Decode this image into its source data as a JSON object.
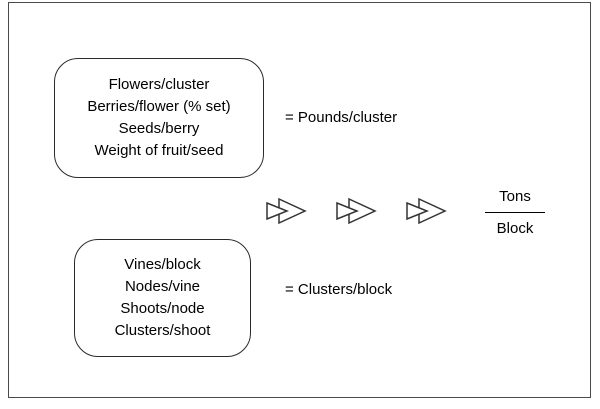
{
  "diagram": {
    "top_box": {
      "lines": [
        "Flowers/cluster",
        "Berries/flower (% set)",
        "Seeds/berry",
        "Weight of fruit/seed"
      ]
    },
    "top_equals": "= Pounds/cluster",
    "bottom_box": {
      "lines": [
        "Vines/block",
        "Nodes/vine",
        "Shoots/node",
        "Clusters/shoot"
      ]
    },
    "bottom_equals": "= Clusters/block",
    "fraction": {
      "numerator": "Tons",
      "denominator": "Block"
    },
    "arrows": {
      "count": 3,
      "icon": "double-triangle-right-arrow"
    },
    "colors": {
      "background": "#ffffff",
      "border": "#2b2b2b",
      "frame": "#4a4a4a",
      "text": "#000000"
    }
  }
}
